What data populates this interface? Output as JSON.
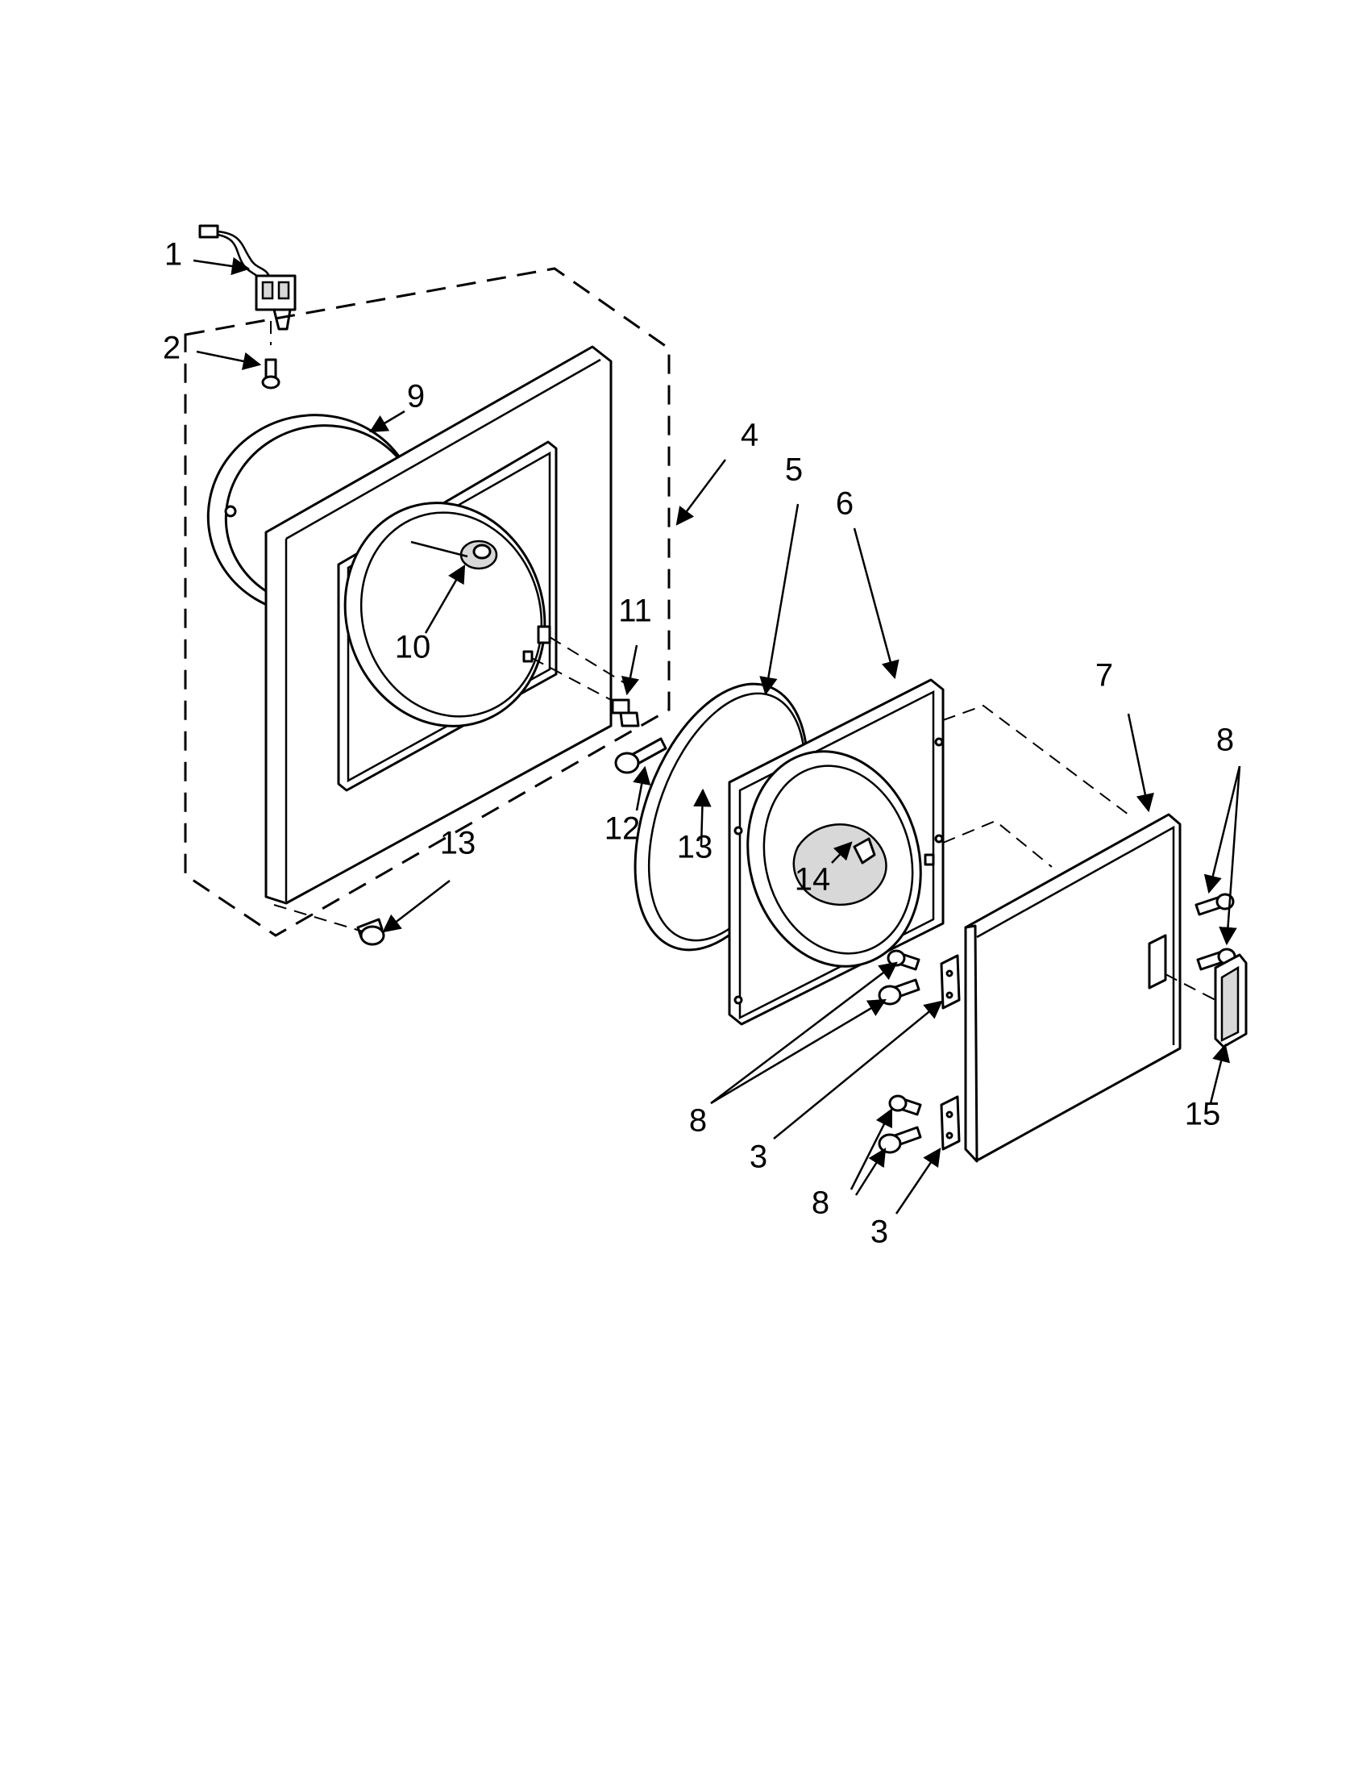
{
  "callouts": [
    {
      "id": "c1",
      "label": "1"
    },
    {
      "id": "c2",
      "label": "2"
    },
    {
      "id": "c9",
      "label": "9"
    },
    {
      "id": "c4",
      "label": "4"
    },
    {
      "id": "c5",
      "label": "5"
    },
    {
      "id": "c6",
      "label": "6"
    },
    {
      "id": "c10",
      "label": "10"
    },
    {
      "id": "c11",
      "label": "11"
    },
    {
      "id": "c12",
      "label": "12"
    },
    {
      "id": "c13a",
      "label": "13"
    },
    {
      "id": "c13b",
      "label": "13"
    },
    {
      "id": "c14",
      "label": "14"
    },
    {
      "id": "c7",
      "label": "7"
    },
    {
      "id": "c8a",
      "label": "8"
    },
    {
      "id": "c8b",
      "label": "8"
    },
    {
      "id": "c8c",
      "label": "8"
    },
    {
      "id": "c3a",
      "label": "3"
    },
    {
      "id": "c3b",
      "label": "3"
    },
    {
      "id": "c15",
      "label": "15"
    }
  ]
}
